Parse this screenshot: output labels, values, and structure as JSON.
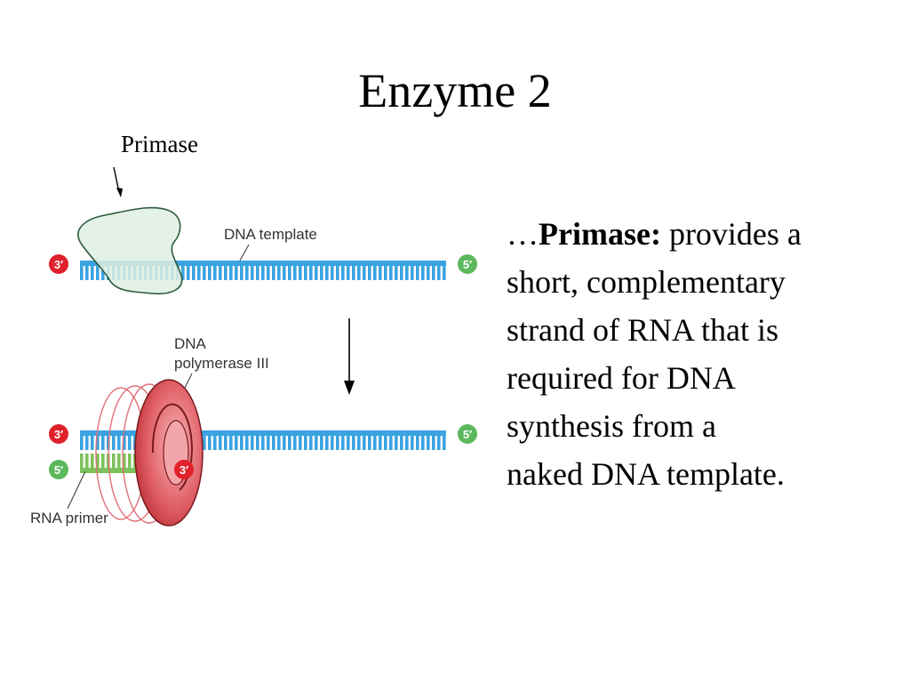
{
  "slide": {
    "title": "Enzyme 2",
    "primase_callout": "Primase"
  },
  "diagram": {
    "dna_template_label": "DNA template",
    "polymerase_label_line1": "DNA",
    "polymerase_label_line2": "polymerase III",
    "rna_primer_label": "RNA primer",
    "end_3": "3′",
    "end_5": "5′",
    "colors": {
      "dna_strand": "#3aa3e0",
      "rna_primer": "#7dc25a",
      "primase_fill": "#dfeee2",
      "polymerase": "#d9484e",
      "end_3_badge": "#e0202a",
      "end_5_badge": "#5cb85c"
    }
  },
  "bullet": {
    "mark": "…",
    "term": "Primase:",
    "text_line1": " provides a",
    "text_line2": "short, complementary",
    "text_line3": "strand of RNA that is",
    "text_line4": "required for DNA",
    "text_line5": "synthesis from a",
    "text_line6": "naked DNA template."
  }
}
